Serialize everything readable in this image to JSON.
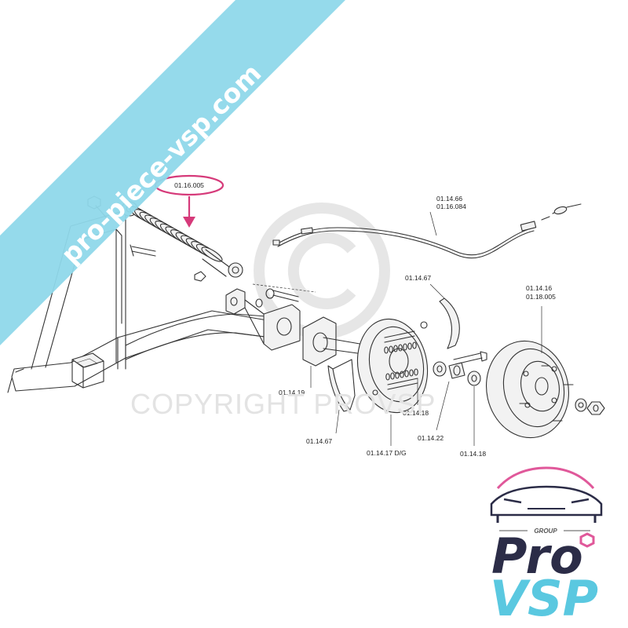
{
  "watermark": {
    "banner_text": "pro-piece-vsp.com",
    "copyright_text": "COPYRIGHT PROVSP",
    "banner_color": "#8fd8ea"
  },
  "highlight_color": "#d63a7a",
  "callouts": {
    "shock_absorber": "01.16.005",
    "cable_a": "01.14.66",
    "cable_b": "01.16.084",
    "shoe_top": "01.14.67",
    "drum_a": "01.14.16",
    "drum_b": "01.18.005",
    "hub_flange": "01.14.19",
    "shoe_bottom": "01.14.67",
    "backplate": "01.14.17 D/G",
    "spacer_left": "01.14.18",
    "washer": "01.14.22",
    "spacer_right": "01.14.18"
  },
  "logo": {
    "group": "GROUP",
    "pro": "Pro",
    "vsp": "VSP",
    "dark_color": "#2b2c47",
    "accent_color": "#5ac8e0",
    "pink_color": "#e0589a"
  }
}
